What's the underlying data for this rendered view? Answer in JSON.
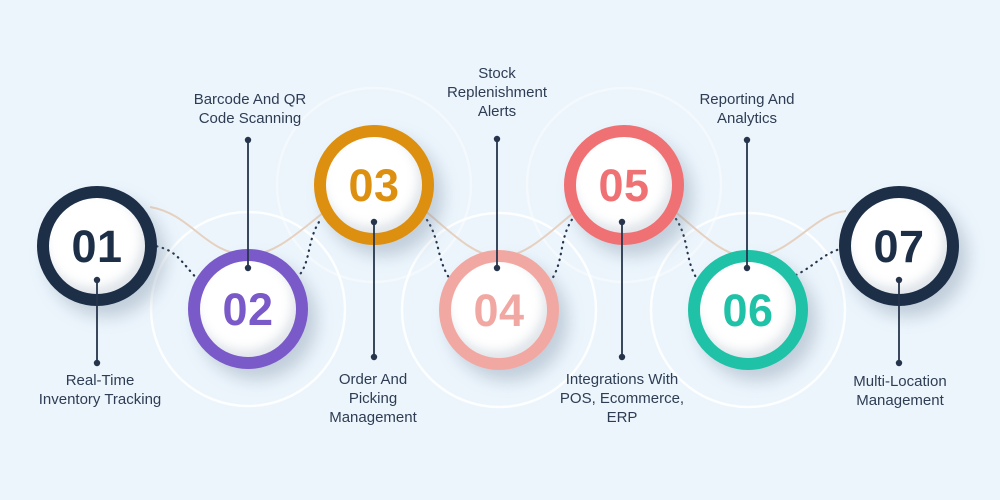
{
  "title": "Inventory Management Features Infographic",
  "background_color": "#ecf5fc",
  "decoration": {
    "wave_color": "#e6d1c0",
    "connector_color": "#26354c",
    "label_text_color": "#2e3d54",
    "white_ring_color": "#ffffff",
    "circle_fill": "#ffffff"
  },
  "steps": [
    {
      "number": "01",
      "label": "Real-Time\nInventory Tracking",
      "color": "#1d2e47",
      "label_position": "below"
    },
    {
      "number": "02",
      "label": "Barcode And QR\nCode Scanning",
      "color": "#7a5ac8",
      "label_position": "above"
    },
    {
      "number": "03",
      "label": "Order And\nPicking\nManagement",
      "color": "#dd8f10",
      "label_position": "below"
    },
    {
      "number": "04",
      "label": "Stock\nReplenishment\nAlerts",
      "color": "#f2a8a2",
      "label_position": "above"
    },
    {
      "number": "05",
      "label": "Integrations With\nPOS, Ecommerce,\nERP",
      "color": "#ef7174",
      "label_position": "below"
    },
    {
      "number": "06",
      "label": "Reporting And\nAnalytics",
      "color": "#1fc2a6",
      "label_position": "above"
    },
    {
      "number": "07",
      "label": "Multi-Location\nManagement",
      "color": "#1d2e47",
      "label_position": "below"
    }
  ]
}
